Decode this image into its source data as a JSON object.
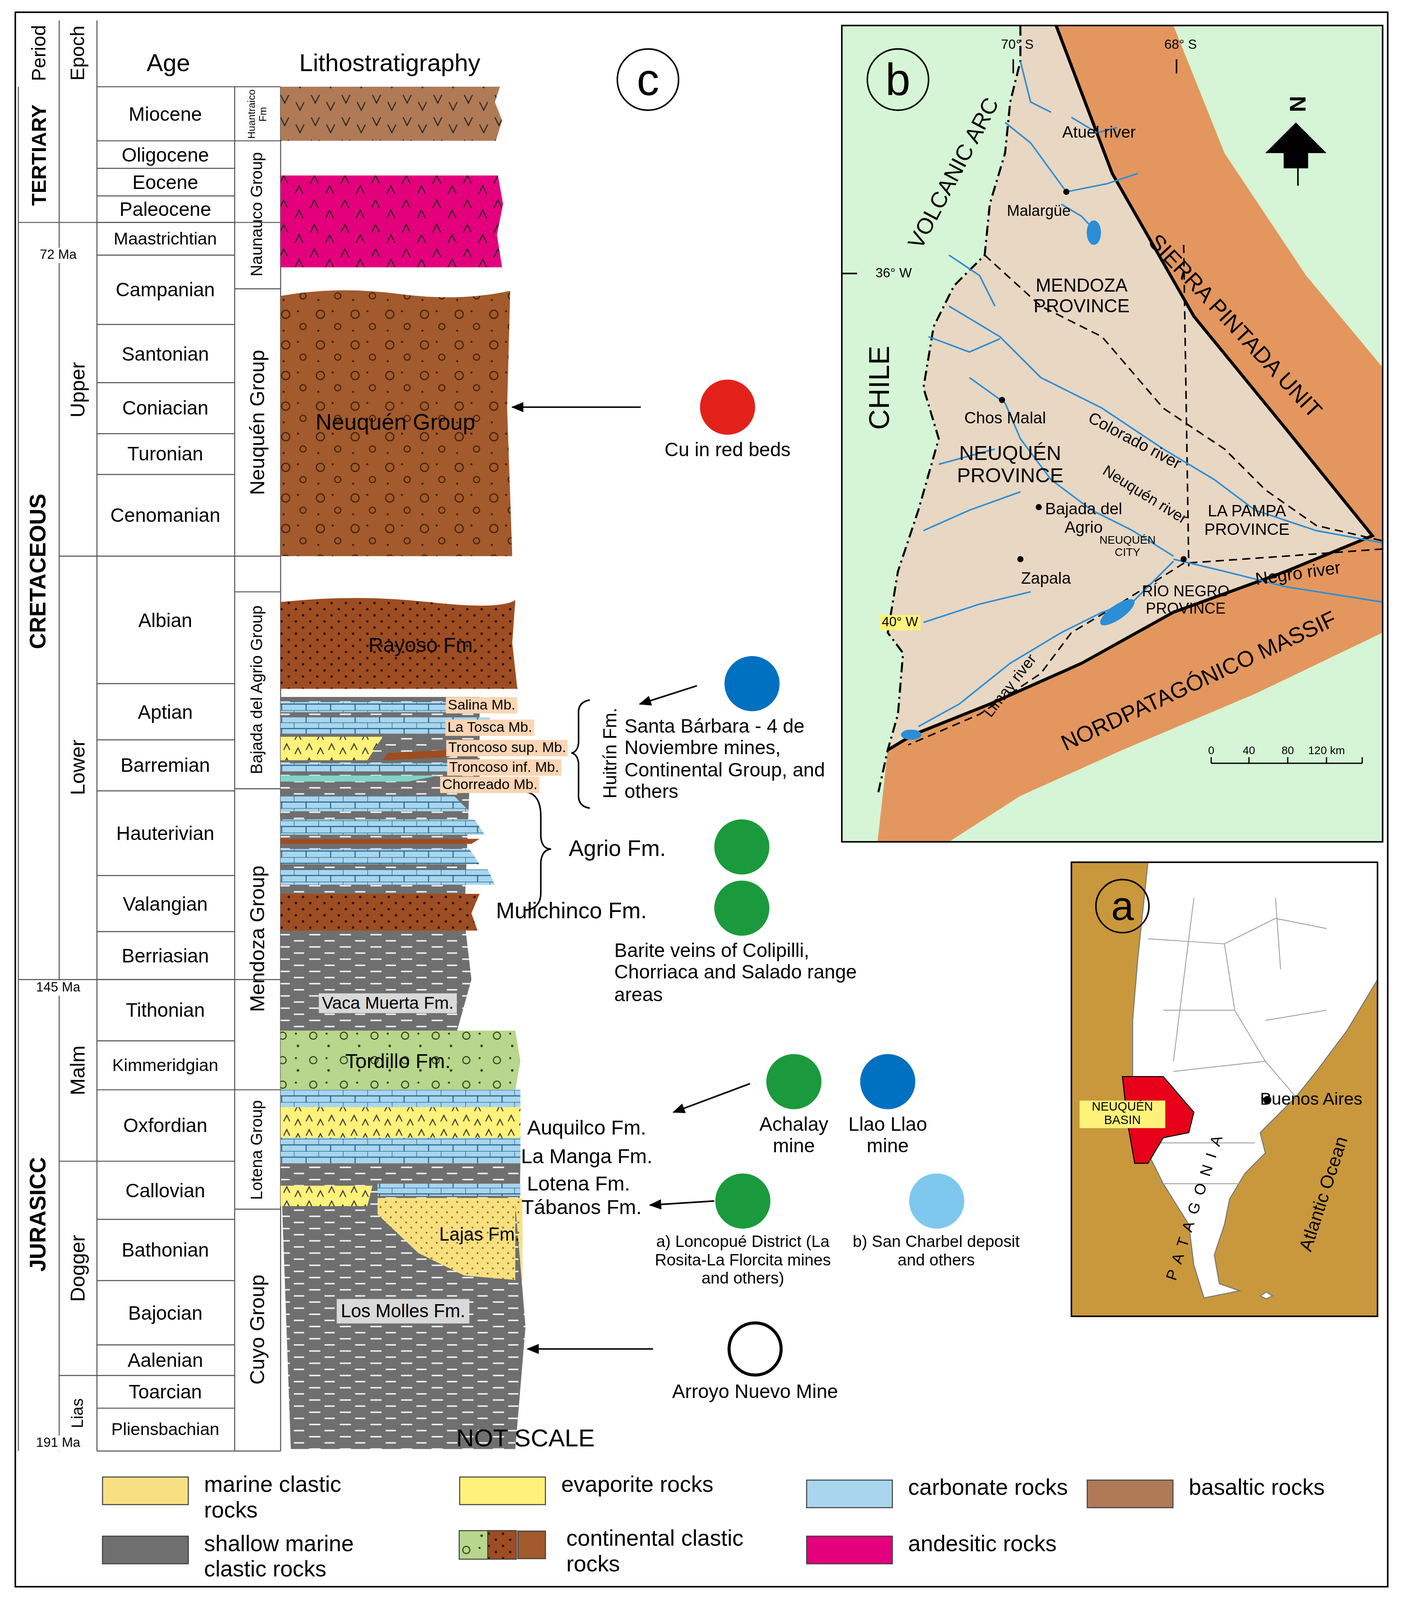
{
  "diagram": {
    "nodes": [
      {
        "text": [
          "Cu in red beds"
        ]
      },
      {
        "text": [
          "Santa Bárbara - 4 de Noviembre mines, Continental Group, and others"
        ]
      },
      {
        "text": [
          "Barite veins of Colipilli, Chorriaca and Salado range areas"
        ]
      },
      {
        "text": [
          "Achalay mine"
        ]
      },
      {
        "text": [
          "Llao Llao mine"
        ]
      },
      {
        "text": [
          "a) Loncopué District (La Rosita-La Florcita mines and others)"
        ]
      },
      {
        "text": [
          "b) San Charbel deposit and others"
        ]
      },
      {
        "text": [
          "Arroyo Nuevo Mine"
        ]
      },
      {
        "text": [
          "Neuquén Group"
        ]
      },
      {
        "text": [
          "Los Molles Fm."
        ]
      }
    ],
    "edges": [
      {
        "from": 0,
        "to": 8,
        "arrow": "to"
      },
      {
        "from": 7,
        "to": 9,
        "arrow": "to"
      }
    ],
    "labels": [
      "c",
      "Period",
      "Epoch",
      "Age",
      "Lithostratigraphy",
      "TERTIARY",
      "CRETACEOUS",
      "JURASICC",
      "Upper",
      "Lower",
      "Malm",
      "Dogger",
      "Lias",
      "Miocene",
      "Oligocene",
      "Eocene",
      "Paleocene",
      "Maastrichtian",
      "Campanian",
      "Santonian",
      "Coniacian",
      "Turonian",
      "Cenomanian",
      "Albian",
      "Aptian",
      "Barremian",
      "Hauterivian",
      "Valangian",
      "Berriasian",
      "Tithonian",
      "Kimmeridgian",
      "Oxfordian",
      "Callovian",
      "Bathonian",
      "Bajocian",
      "Aalenian",
      "Toarcian",
      "Pliensbachian",
      "72 Ma",
      "145 Ma",
      "191 Ma",
      "Huantraico Fm",
      "Naunauco Group",
      "Neuquén Group",
      "Bajada del Agrio Group",
      "Mendoza Group",
      "Lotena Group",
      "Cuyo Group",
      "Rayoso Fm.",
      "Salina Mb.",
      "La Tosca Mb.",
      "Troncoso sup. Mb.",
      "Troncoso inf. Mb.",
      "Chorreado Mb.",
      "Huitrín Fm.",
      "Agrio Fm.",
      "Mulichinco Fm.",
      "Vaca Muerta Fm.",
      "Tordillo Fm.",
      "Auquilco Fm.",
      "La Manga Fm.",
      "Lotena Fm.",
      "Tábanos Fm.",
      "Lajas Fm.",
      "NOT SCALE",
      "b",
      "70° S",
      "68° S",
      "N",
      "VOLCANIC ARC",
      "Atuel river",
      "Malargüe",
      "36° W",
      "MENDOZA PROVINCE",
      "SIERRA PINTADA UNIT",
      "CHILE",
      "Chos Malal",
      "Colorado river",
      "NEUQUÉN PROVINCE",
      "Bajada del Agrio",
      "Neuquén river",
      "LA PAMPA PROVINCE",
      "NEUQUÉN CITY",
      "Zapala",
      "Negro river",
      "RÍO NEGRO PROVINCE",
      "40° W",
      "NORDPATAGÓNICO MASSIF",
      "Limay river",
      "0",
      "40",
      "80",
      "120 km",
      "a",
      "Buenos Aires",
      "NEUQUÉN BASIN",
      "PATAGONIA",
      "Atlantic Ocean"
    ],
    "legend": [
      {
        "text": "marine clastic rocks",
        "color": "#f8e082"
      },
      {
        "text": "shallow marine clastic rocks",
        "color": "#6f6f6f"
      },
      {
        "text": "evaporite rocks",
        "color": "#fff27a"
      },
      {
        "text": "continental clastic rocks",
        "color": "#a35a2c"
      },
      {
        "text": "carbonate rocks",
        "color": "#a9d6ee"
      },
      {
        "text": "andesitic rocks",
        "color": "#e4007c"
      },
      {
        "text": "basaltic rocks",
        "color": "#b07a56"
      }
    ]
  }
}
